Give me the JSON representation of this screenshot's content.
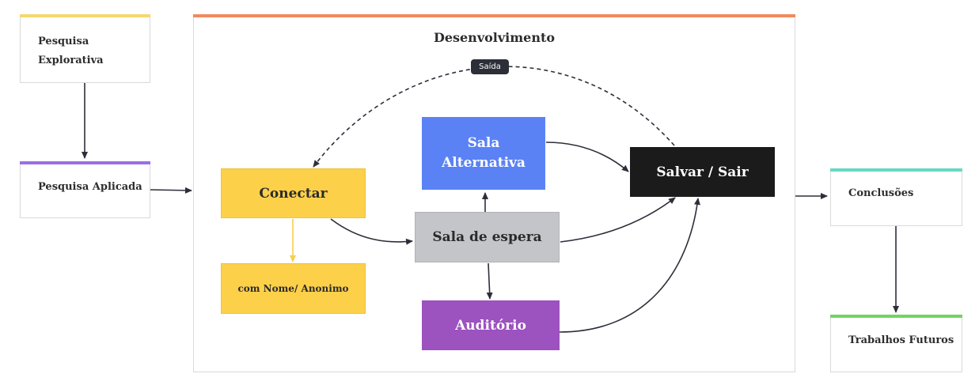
{
  "cards": {
    "explorativa": {
      "label": "Pesquisa Explorativa",
      "color": "#f5d76e"
    },
    "aplicada": {
      "label": "Pesquisa Aplicada",
      "color": "#9b6ee6"
    },
    "conclusoes": {
      "label": "Conclusões",
      "color": "#67d9c2"
    },
    "futuros": {
      "label": "Trabalhos Futuros",
      "color": "#72d45f"
    }
  },
  "section": {
    "title": "Desenvolvimento",
    "accent": "#f08a5d"
  },
  "nodes": {
    "conectar": {
      "label": "Conectar",
      "color": "#fdd04a"
    },
    "nome": {
      "label": "com Nome/ Anonimo",
      "color": "#fdd04a"
    },
    "alternativa": {
      "label": "Sala Alternativa",
      "color": "#5b82f5"
    },
    "espera": {
      "label": "Sala de espera",
      "color": "#c4c5c9"
    },
    "auditorio": {
      "label": "Auditório",
      "color": "#9c52bf"
    },
    "salvar": {
      "label": "Salvar / Sair",
      "color": "#1b1b1b"
    }
  },
  "edge_labels": {
    "saida": "Saída"
  }
}
